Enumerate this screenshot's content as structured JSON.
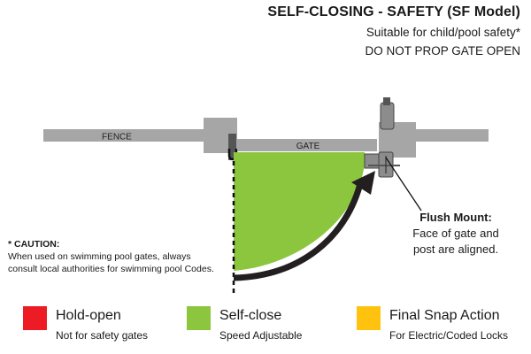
{
  "header": {
    "title": "SELF-CLOSING - SAFETY (SF Model)",
    "subtitle": "Suitable for child/pool safety*",
    "warning": "DO NOT PROP GATE OPEN"
  },
  "diagram": {
    "fence_label": "FENCE",
    "gate_label": "GATE",
    "colors": {
      "hold_open": "#ed1c24",
      "self_close": "#8cc63f",
      "final_snap": "#ffc20e",
      "fence": "#a6a6a6",
      "arrow": "#231f20"
    }
  },
  "caution": {
    "heading": "* CAUTION:",
    "line1": "When used on swimming pool gates, always",
    "line2": "consult local authorities for swimming pool Codes."
  },
  "flush_mount": {
    "heading": "Flush Mount:",
    "line1": "Face of gate and",
    "line2": "post are aligned."
  },
  "legend": [
    {
      "label": "Hold-open",
      "sub": "Not for safety gates",
      "color": "#ed1c24"
    },
    {
      "label": "Self-close",
      "sub": "Speed Adjustable",
      "color": "#8cc63f"
    },
    {
      "label": "Final Snap Action",
      "sub": "For Electric/Coded Locks",
      "color": "#ffc20e"
    }
  ]
}
